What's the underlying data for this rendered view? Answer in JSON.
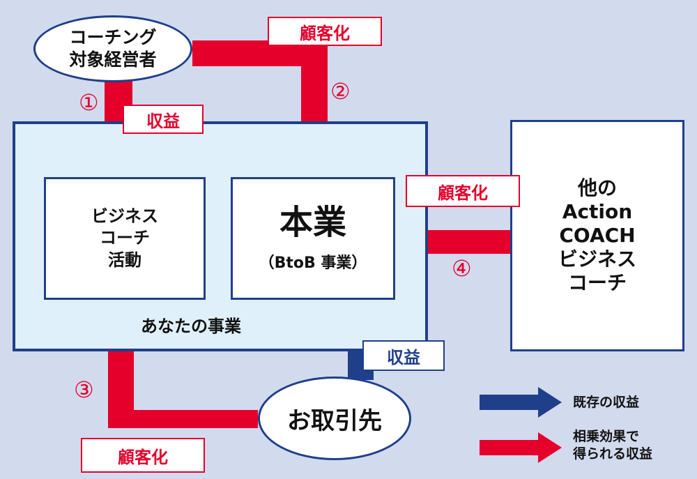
{
  "nodes": {
    "coaching_target": [
      "コーチング",
      "対象経営者"
    ],
    "business_coach_activity": [
      "ビジネス",
      "コーチ",
      "活動"
    ],
    "main_business": {
      "title": "本業",
      "subtitle": "（BtoB 事業）"
    },
    "your_business": "あなたの事業",
    "other_coach": [
      "他の",
      "Action",
      "COACH",
      "ビジネス",
      "コーチ"
    ],
    "partner": "お取引先"
  },
  "labels": {
    "revenue": "収益",
    "customerization": "顧客化"
  },
  "numbers": {
    "one": "①",
    "two": "②",
    "three": "③",
    "four": "④"
  },
  "legend": {
    "existing": "既存の収益",
    "synergy": [
      "相乗効果で",
      "得られる収益"
    ]
  },
  "colors": {
    "red_arrow": "#e4002b",
    "blue_arrow": "#1f3f8a",
    "background": "#d2daee",
    "outer_box": "#e0f0fa"
  }
}
